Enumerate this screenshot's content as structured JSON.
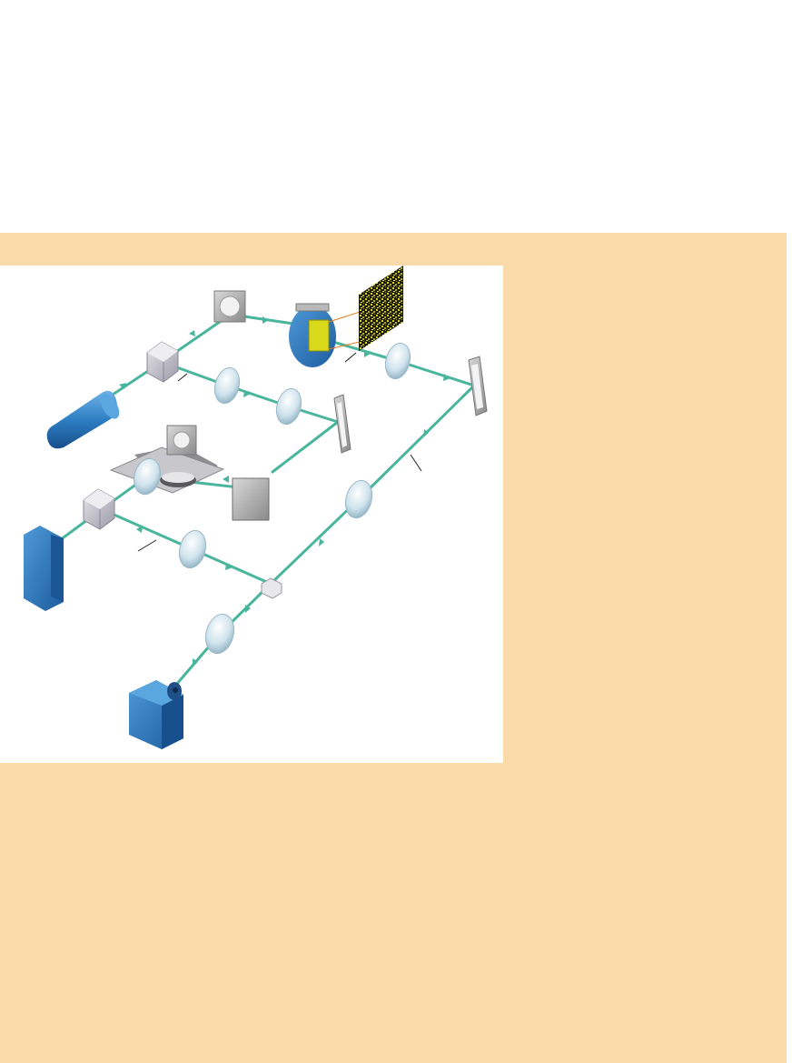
{
  "figure": {
    "title": "",
    "caption": "",
    "components": [
      "laser",
      "beam-splitter-upper",
      "periscope-mirror-top",
      "spatial-light-modulator",
      "speckle-pattern",
      "lens-upper-right",
      "mirror-right",
      "lens-upper-left-1",
      "lens-upper-left-2",
      "mirror-middle",
      "sample-stage",
      "objective-lens",
      "beam-dump-block",
      "beam-splitter-lower",
      "diffraction-grating",
      "lens-lower-left",
      "lens-return-path",
      "small-beam-splitter",
      "lens-camera",
      "camera"
    ],
    "colors": {
      "beam": "#49b59c",
      "component_blue": "#2e7fc3",
      "background_panel": "#fadaa9",
      "speckle": "#c8c81e"
    }
  }
}
